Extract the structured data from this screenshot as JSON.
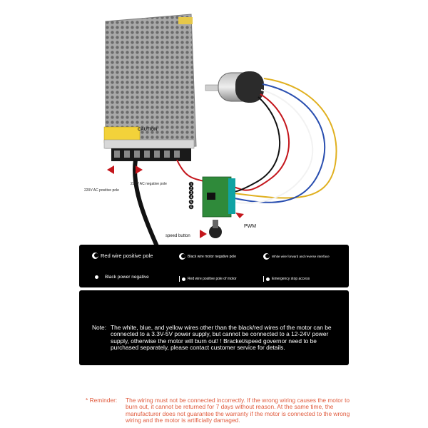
{
  "photo": {
    "caution_label": "CAUTION",
    "labels": {
      "ac_positive": "220V AC positive pole",
      "ac_negative": "220V AC negative pole",
      "pwm": "PWM",
      "speed_button": "speed button"
    },
    "markers": [
      "1",
      "2",
      "3",
      "4",
      "5",
      "6"
    ]
  },
  "legend": {
    "items": [
      {
        "text": "Red wire positive pole"
      },
      {
        "text": "Black wire motor negative pole"
      },
      {
        "text": "White wire forward and reverse interface"
      },
      {
        "text": "Black power negative"
      },
      {
        "text": "Red wire positive pole of motor"
      },
      {
        "text": "Emergency stop access"
      }
    ]
  },
  "note": {
    "label": "Note:",
    "text": "The white, blue, and yellow wires other than the black/red wires of the motor can be connected to a 3.3V-5V power supply, but cannot be connected to a 12-24V power supply, otherwise the motor will burn out! ! Bracket/speed governor need to be purchased separately, please contact customer service for details."
  },
  "reminder": {
    "label": "* Reminder:",
    "text": "The wiring must not be connected incorrectly. If the wrong wiring causes the motor to burn out, it cannot be returned for 7 days without reason. At the same time, the manufacturer does not guarantee the warranty if the motor is connected to the wrong wiring and the motor is artificially damaged."
  },
  "colors": {
    "legend_bg": "#000000",
    "reminder_text": "#e05a3c",
    "wire_red": "#c4161c",
    "wire_blue": "#2a4fb0",
    "wire_yellow": "#e0b020",
    "board_green": "#2f8a3a"
  }
}
